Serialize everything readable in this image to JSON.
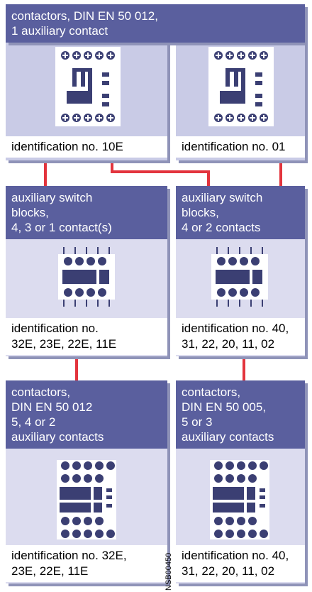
{
  "boxes": {
    "top_left": {
      "footer": "identification no. 10E"
    },
    "top_right": {
      "footer": "identification no. 01"
    },
    "top_header": "contactors, DIN EN 50 012,\n1 auxiliary contact",
    "mid_left": {
      "header": "auxiliary switch\nblocks,\n4, 3 or 1 contact(s)",
      "footer": "identification no.\n32E, 23E, 22E, 11E"
    },
    "mid_right": {
      "header": "auxiliary switch\nblocks,\n4 or 2 contacts",
      "footer": "identification no. 40,\n31, 22, 20, 11, 02"
    },
    "bot_left": {
      "header": "contactors,\nDIN EN 50 012\n5, 4 or 2\nauxiliary contacts",
      "footer": "identification no. 32E,\n23E, 22E, 11E"
    },
    "bot_right": {
      "header": "contactors,\nDIN EN 50 005,\n5 or 3\nauxiliary contacts",
      "footer": "identification no. 40,\n31, 22, 20, 11, 02"
    }
  },
  "image_code": "NSB00450",
  "colors": {
    "header": "#5a5f9e",
    "box": "#c9cbe6",
    "link": "#e3343d"
  }
}
